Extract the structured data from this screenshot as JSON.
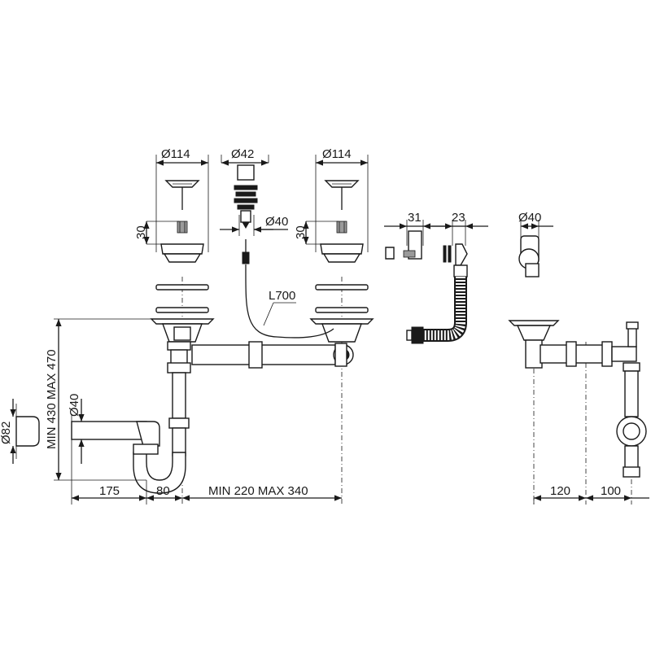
{
  "diagram": {
    "labels": {
      "strainer_left_diameter": "Ø114",
      "strainer_left_height": "30",
      "popup_diameter": "Ø42",
      "popup_outlet_diameter": "Ø40",
      "strainer_right_diameter": "Ø114",
      "strainer_right_height": "30",
      "connector_width": "31",
      "hose_clip_width": "23",
      "side_outlet_diameter": "Ø40",
      "cable_length": "L700",
      "vertical_range": "MIN 430 MAX 470",
      "cap_diameter": "Ø82",
      "branch_diameter": "Ø40",
      "dim_175": "175",
      "dim_80": "80",
      "horizontal_range": "MIN 220 MAX 340",
      "dim_120": "120",
      "dim_100": "100"
    },
    "colors": {
      "line": "#1a1a1a",
      "background": "#ffffff",
      "accent_grey": "#9a9a9a"
    }
  }
}
